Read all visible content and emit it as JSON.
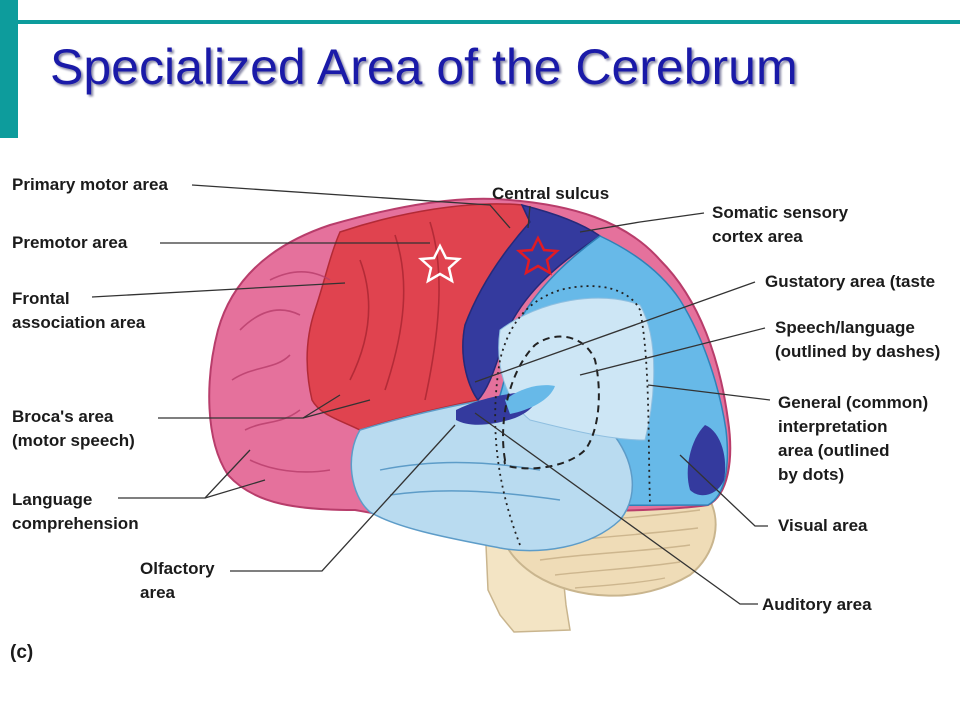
{
  "slide": {
    "title": "Specialized Area of the Cerebrum"
  },
  "colors": {
    "accent": "#0d9c9c",
    "title": "#1a1aa8",
    "motor": "#e0434f",
    "frontal": "#e5719c",
    "sensory": "#343a9e",
    "temporal": "#b9dbf0",
    "occipital": "#67b9e8",
    "cerebellum": "#efdcb7"
  },
  "labels": {
    "primary_motor": "Primary motor area",
    "premotor": "Premotor area",
    "frontal_assoc": [
      "Frontal",
      "association area"
    ],
    "broca": [
      "Broca's area",
      "(motor speech)"
    ],
    "language": [
      "Language",
      "comprehension"
    ],
    "olfactory": [
      "Olfactory",
      "area"
    ],
    "central_sulcus": "Central sulcus",
    "somatic": [
      "Somatic sensory",
      "cortex area"
    ],
    "gustatory": "Gustatory area (taste",
    "speech": [
      "Speech/language",
      "(outlined by dashes)"
    ],
    "general": [
      "General (common)",
      "interpretation",
      "area (outlined",
      "by dots)"
    ],
    "visual": "Visual area",
    "auditory": "Auditory area",
    "panel": "(c)"
  },
  "markers": [
    {
      "name": "premotor-star",
      "style": "white",
      "icon": "star-outline-icon"
    },
    {
      "name": "central-sulcus-star",
      "style": "red",
      "icon": "star-red-icon"
    }
  ]
}
